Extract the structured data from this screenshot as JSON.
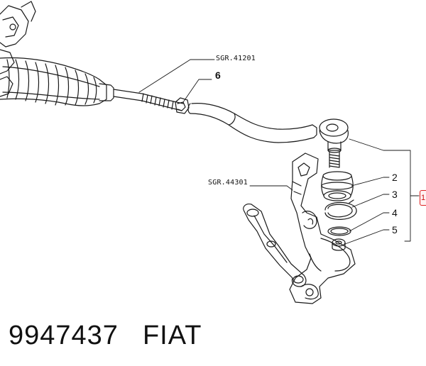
{
  "diagram": {
    "callouts": {
      "ref_tie_rod": "SGR.41201",
      "ref_knuckle": "SGR.44301",
      "part_6": "6",
      "part_2": "2",
      "part_3": "3",
      "part_4": "4",
      "part_5": "5",
      "group_tab": "1"
    }
  },
  "footer": {
    "part_number": "9947437",
    "brand": "FIAT"
  }
}
